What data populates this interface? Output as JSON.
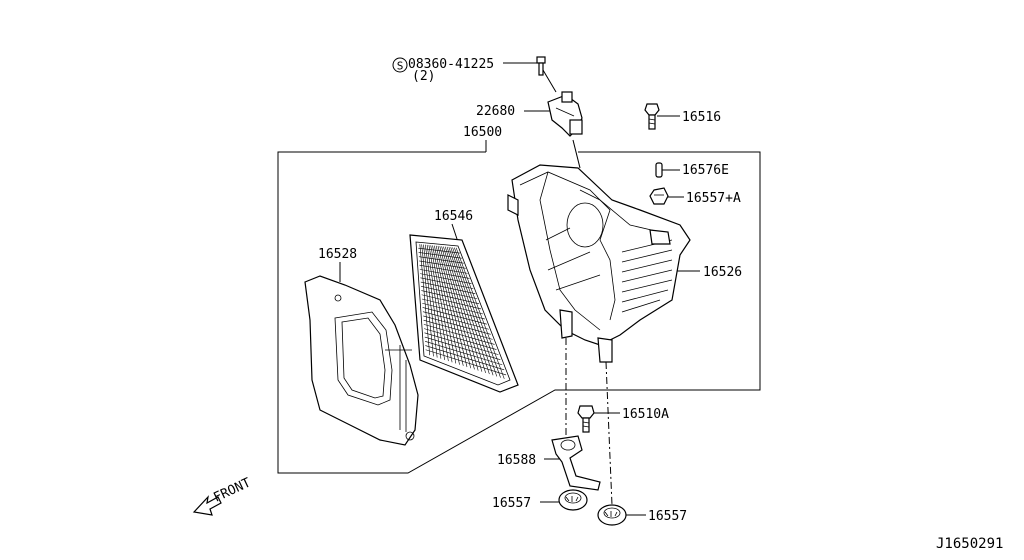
{
  "parts": {
    "screw_code": "08360-41225",
    "screw_qty": "(2)",
    "p22680": "22680",
    "p16500": "16500",
    "p16516": "16516",
    "p16576e": "16576E",
    "p16557a": "16557+A",
    "p16546": "16546",
    "p16528": "16528",
    "p16526": "16526",
    "p16510a": "16510A",
    "p16588": "16588",
    "p16557_left": "16557",
    "p16557_right": "16557"
  },
  "direction_label": "FRONT",
  "figure_code": "J1650291",
  "icons": {
    "screw_symbol": "circled-s-icon",
    "front_arrow": "front-arrow-icon"
  }
}
